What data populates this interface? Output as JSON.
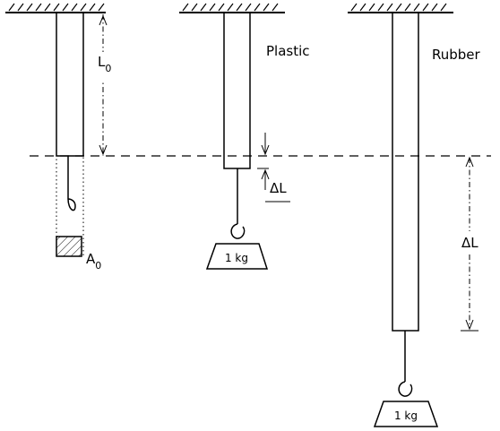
{
  "labels": {
    "L0_main": "L",
    "L0_sub": "0",
    "A0_main": "A",
    "A0_sub": "0",
    "plastic": "Plastic",
    "rubber": "Rubber",
    "dL_plastic": "ΔL",
    "dL_rubber": "ΔL",
    "weight_plastic": "1 kg",
    "weight_rubber": "1 kg"
  },
  "colors": {
    "ink": "#000000",
    "background": "#ffffff"
  }
}
